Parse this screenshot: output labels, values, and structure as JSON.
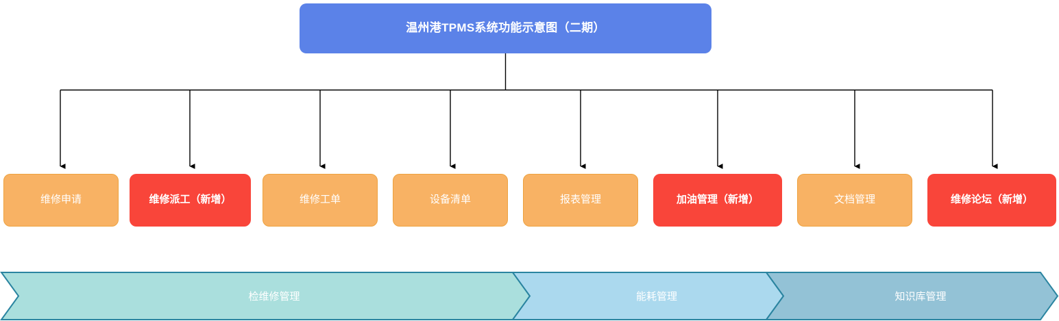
{
  "diagram": {
    "title_node": {
      "label": "温州港TPMS系统功能示意图（二期）",
      "fill": "#5b82e8",
      "text_color": "#ffffff"
    },
    "function_nodes": [
      {
        "label": "维修申请",
        "style": "normal",
        "fill": "#f8b264",
        "border": "#eda23f"
      },
      {
        "label": "维修派工（新增）",
        "style": "highlight",
        "fill": "#f9453a",
        "border": "#f9453a"
      },
      {
        "label": "维修工单",
        "style": "normal",
        "fill": "#f8b264",
        "border": "#eda23f"
      },
      {
        "label": "设备清单",
        "style": "normal",
        "fill": "#f8b264",
        "border": "#eda23f"
      },
      {
        "label": "报表管理",
        "style": "normal",
        "fill": "#f8b264",
        "border": "#eda23f"
      },
      {
        "label": "加油管理（新增）",
        "style": "highlight",
        "fill": "#f9453a",
        "border": "#f9453a"
      },
      {
        "label": "文档管理",
        "style": "normal",
        "fill": "#f8b264",
        "border": "#eda23f"
      },
      {
        "label": "维修论坛（新增）",
        "style": "highlight",
        "fill": "#f9453a",
        "border": "#f9453a"
      }
    ],
    "category_band": [
      {
        "label": "检维修管理",
        "fill": "#aadfdd",
        "stroke": "#2a84a0"
      },
      {
        "label": "能耗管理",
        "fill": "#abd9ee",
        "stroke": "#2a84a0"
      },
      {
        "label": "知识库管理",
        "fill": "#93c2d6",
        "stroke": "#2a84a0"
      }
    ],
    "connector": {
      "color": "#000000",
      "arrowhead": "triangle-down"
    }
  }
}
